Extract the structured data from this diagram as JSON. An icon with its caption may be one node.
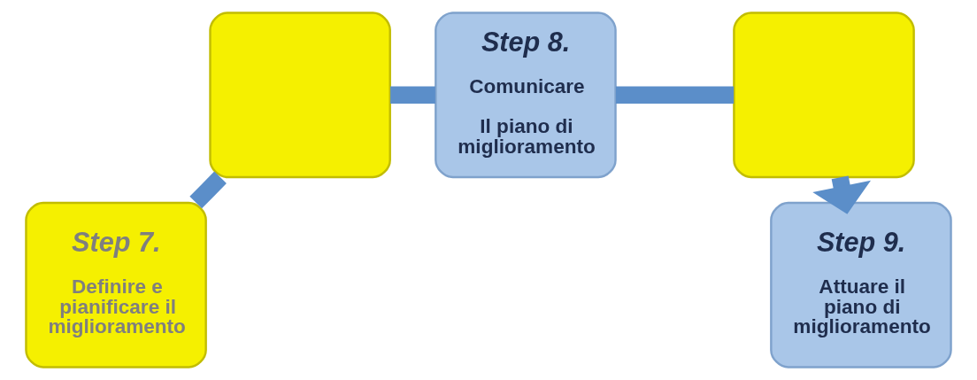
{
  "diagram": {
    "nodes": [
      {
        "text": [
          "Step 7.",
          "Definire e pianificare il miglioramento"
        ]
      },
      {
        "text": [],
        "shape": "box"
      },
      {
        "text": [
          "Step 8.",
          "Comunicare",
          "Il piano di miglioramento"
        ]
      },
      {
        "text": [],
        "shape": "box"
      },
      {
        "text": [
          "Step 9.",
          "Attuare il piano di miglioramento"
        ]
      }
    ],
    "edges": [
      {
        "from": 0,
        "to": 1,
        "arrow": "none"
      },
      {
        "from": 1,
        "to": 2,
        "arrow": "none"
      },
      {
        "from": 2,
        "to": 3,
        "arrow": "none"
      },
      {
        "from": 3,
        "to": 4,
        "arrow": "to"
      }
    ]
  }
}
